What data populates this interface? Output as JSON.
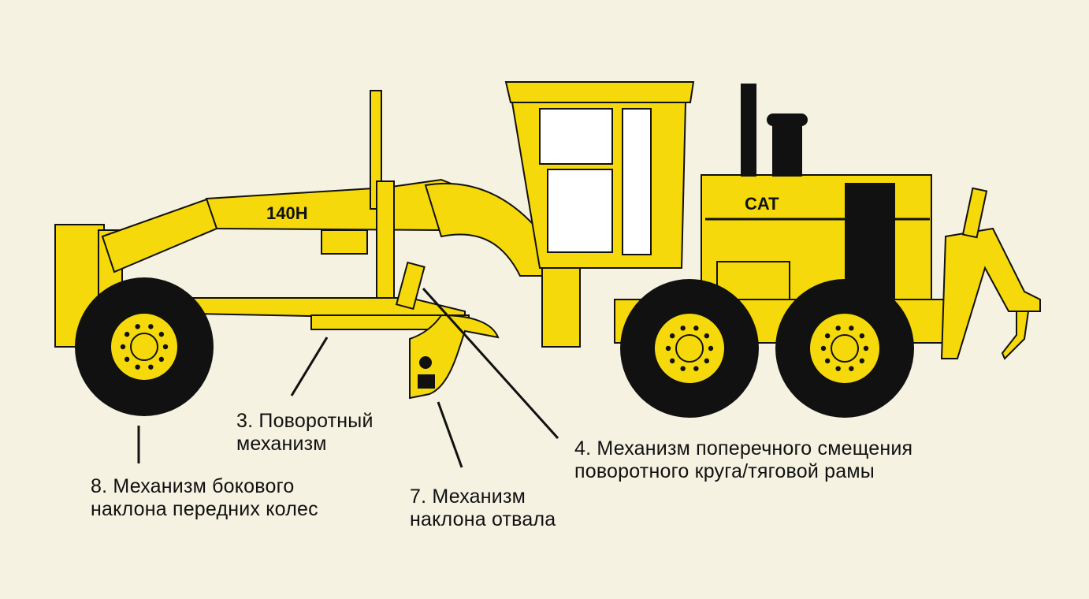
{
  "model_badge": "140H",
  "brand_badge": "CAT",
  "colors": {
    "background": "#f5f2e2",
    "machine": "#f5d90a",
    "outline": "#111111"
  },
  "callouts": [
    {
      "line1": "3. Поворотный",
      "line2": "механизм"
    },
    {
      "line1": "4. Механизм поперечного смещения",
      "line2": "поворотного круга/тяговой рамы"
    },
    {
      "line1": "7. Механизм",
      "line2": "наклона отвала"
    },
    {
      "line1": "8. Механизм бокового",
      "line2": "наклона передних колес"
    }
  ]
}
